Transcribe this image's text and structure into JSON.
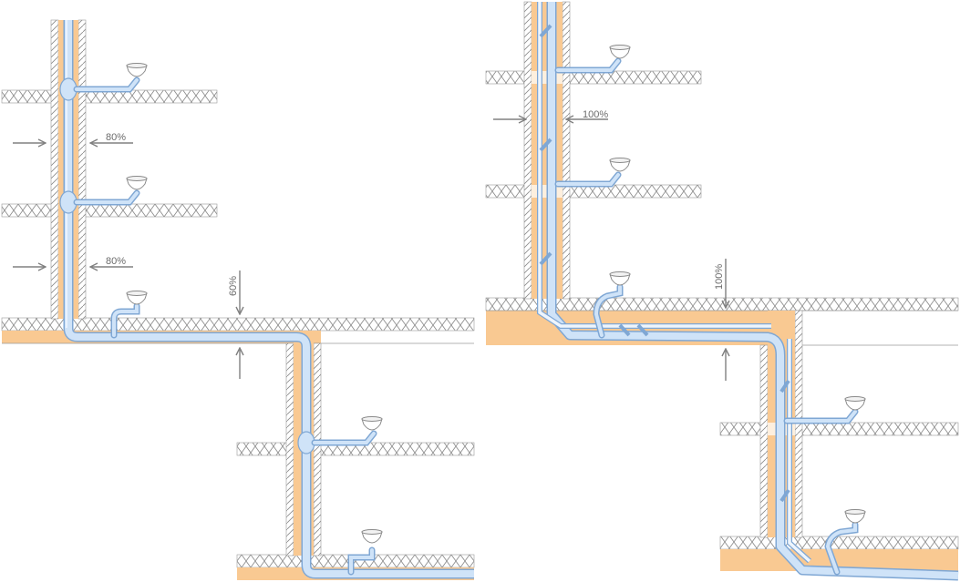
{
  "colors": {
    "insulation": "#f9c992",
    "pipe_fill": "#cfe3f8",
    "pipe_stroke": "#7fa7d4",
    "pipe_highlight": "#f2f8ff",
    "hatch": "#8a8a8a",
    "arrow": "#808080",
    "label": "#6b6b6b"
  },
  "icons": {
    "fixture": "toilet-icon",
    "arrow": "arrow-icon"
  },
  "left_diagram": {
    "labels": {
      "upper_wall": "80%",
      "lower_wall": "80%",
      "horizontal_pass": "60%"
    }
  },
  "right_diagram": {
    "labels": {
      "upper_wall": "100%",
      "horizontal_pass": "100%"
    }
  }
}
